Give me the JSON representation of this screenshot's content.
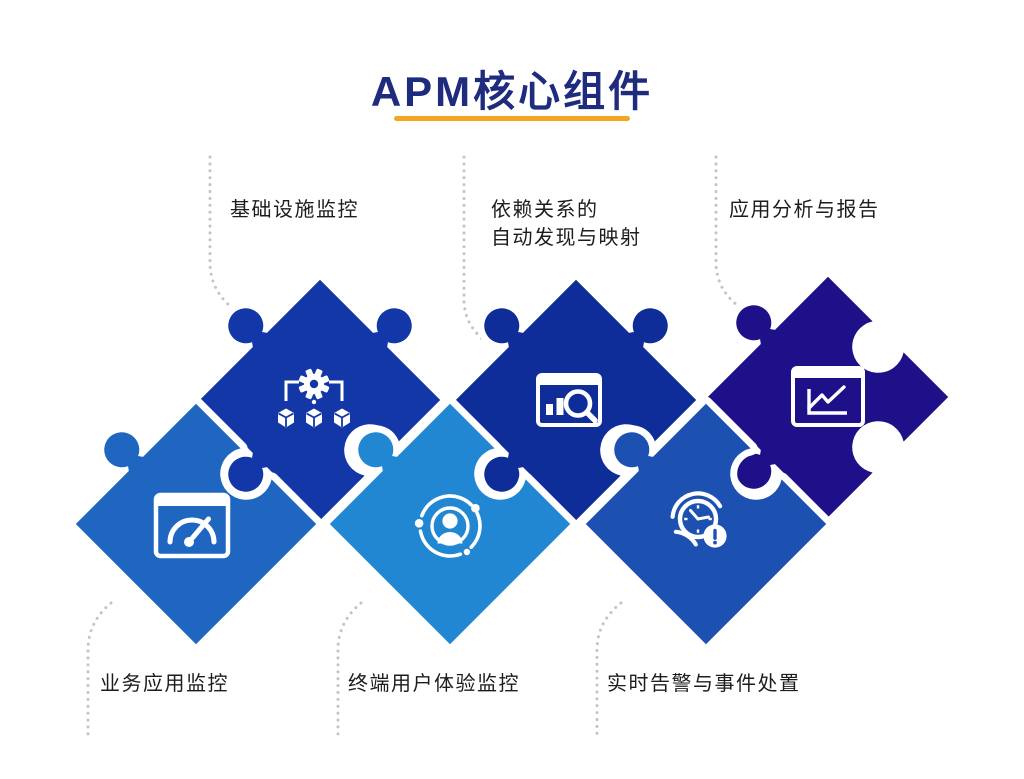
{
  "title": {
    "text": "APM核心组件",
    "color": "#1F2B7D",
    "underline_color": "#F5A524"
  },
  "diagram": {
    "background_color": "#FFFFFF",
    "connector_color": "#C4C4C4",
    "icon_color": "#FFFFFF",
    "label_color": "#1D1D1D",
    "pieces": [
      {
        "name": "infrastructure-monitoring",
        "label": "基础设施监控",
        "color": "#1337A6",
        "icon": "gear-nodes-icon",
        "label_position": "top"
      },
      {
        "name": "dependency-discovery-mapping",
        "label": "依赖关系的\n自动发现与映射",
        "color": "#0F2D98",
        "icon": "chart-search-icon",
        "label_position": "top"
      },
      {
        "name": "application-analysis-reporting",
        "label": "应用分析与报告",
        "color": "#1D1089",
        "icon": "chart-report-icon",
        "label_position": "top"
      },
      {
        "name": "business-application-monitoring",
        "label": "业务应用监控",
        "color": "#1E66C0",
        "icon": "gauge-window-icon",
        "label_position": "bottom"
      },
      {
        "name": "end-user-experience-monitoring",
        "label": "终端用户体验监控",
        "color": "#2187D2",
        "icon": "user-circle-icon",
        "label_position": "bottom"
      },
      {
        "name": "realtime-alerting-event-handling",
        "label": "实时告警与事件处置",
        "color": "#1C51B2",
        "icon": "alert-clock-icon",
        "label_position": "bottom"
      }
    ]
  }
}
